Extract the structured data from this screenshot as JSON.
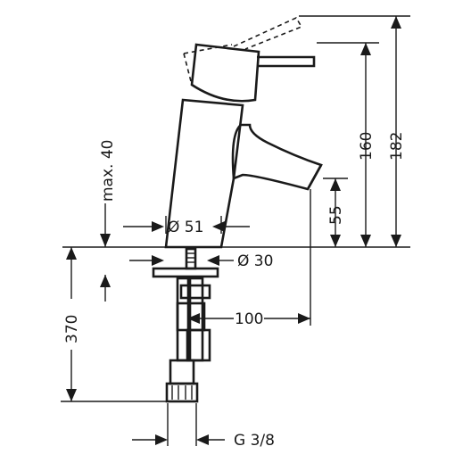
{
  "dimensions": {
    "max_label": "max. 40",
    "d51_label": "Ø 51",
    "d30_label": "Ø 30",
    "h55_label": "55",
    "h160_label": "160",
    "h182_label": "182",
    "l100_label": "100",
    "l370_label": "370",
    "thread_label": "G 3/8"
  },
  "colors": {
    "line": "#1a1a1a",
    "background": "#ffffff"
  }
}
